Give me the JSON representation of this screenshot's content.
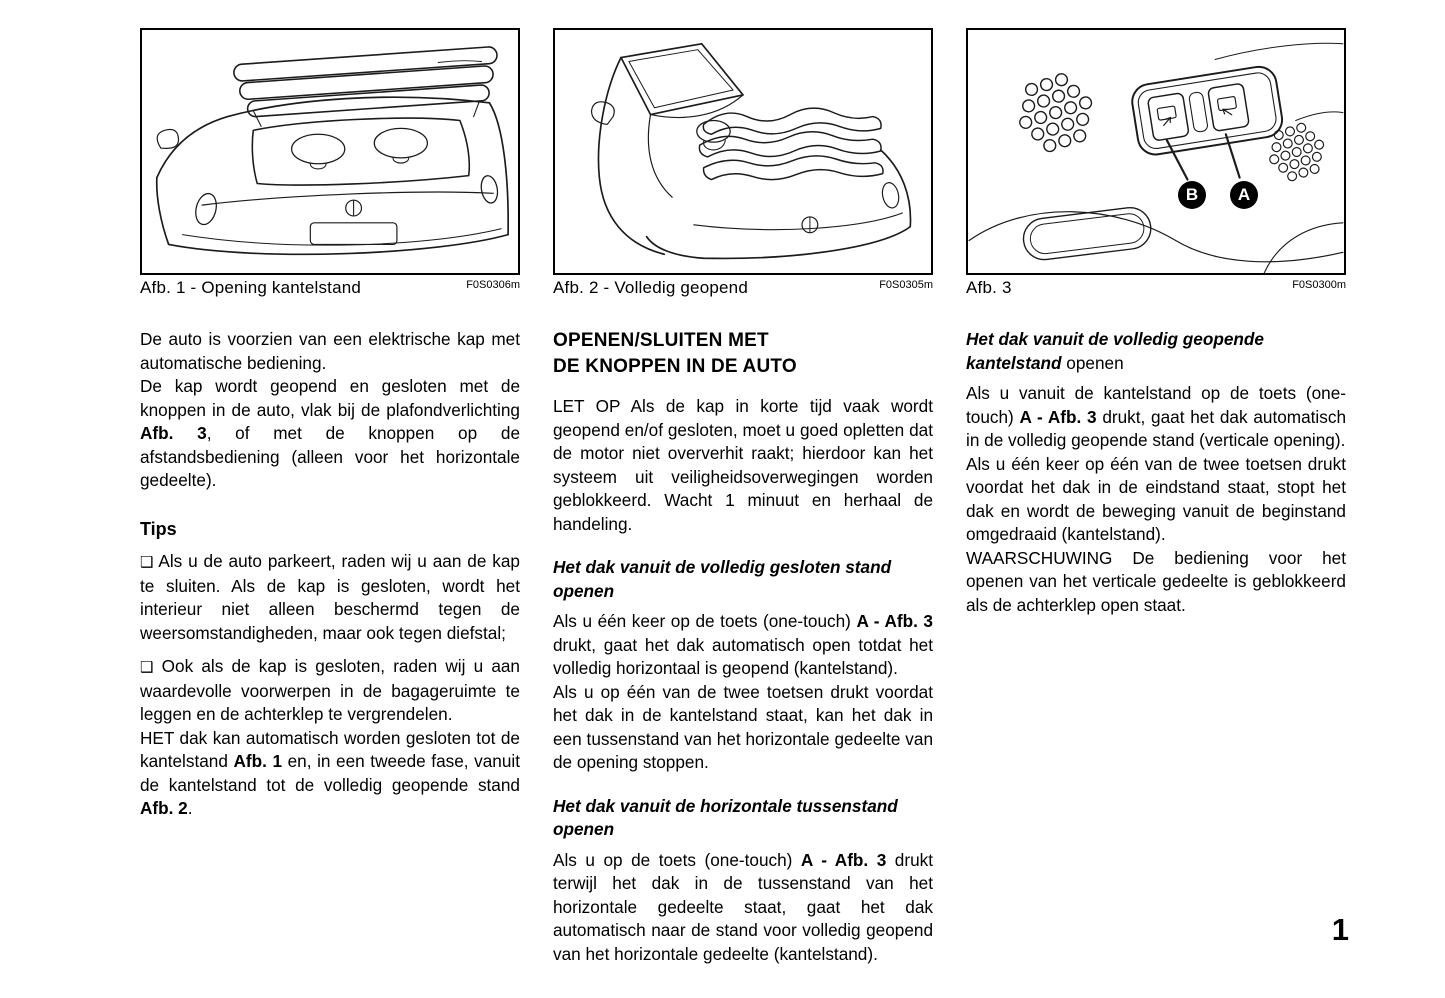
{
  "page": {
    "number": "1"
  },
  "figures": [
    {
      "caption": "Afb. 1 - Opening kantelstand",
      "code": "F0S0306m"
    },
    {
      "caption": "Afb. 2 - Volledig geopend",
      "code": "F0S0305m"
    },
    {
      "caption": "Afb. 3",
      "code": "F0S0300m",
      "label_a": "A",
      "label_b": "B"
    }
  ],
  "col1": {
    "intro1": "De auto is voorzien van een elektrische kap met automatische bediening.",
    "intro2": [
      "De kap wordt geopend en gesloten met de knoppen in de auto, vlak bij de plafondverlichting ",
      "Afb. 3",
      ", of met de knoppen op de afstandsbediening (alleen voor het horizontale gedeelte)."
    ],
    "tips_title": "Tips",
    "bullets": [
      {
        "marker": "❑",
        "text": "Als u de auto parkeert, raden wij u aan de kap te sluiten. Als de kap is gesloten, wordt het interieur niet alleen beschermd tegen de weersomstandigheden, maar ook tegen diefstal;"
      },
      {
        "marker": "❑",
        "text": "Ook als de kap is gesloten, raden wij u aan waardevolle voorwerpen in de bagageruimte te leggen en de achterklep te vergrendelen."
      }
    ],
    "closing": [
      "HET dak kan automatisch worden gesloten tot de kantelstand ",
      "Afb. 1",
      " en, in een tweede fase, vanuit de kantelstand tot de volledig geopende stand ",
      "Afb. 2",
      "."
    ]
  },
  "col2": {
    "heading": "OPENEN/SLUITEN MET\nDE KNOPPEN IN DE AUTO",
    "letop": "LET OP Als de kap in korte tijd vaak wordt geopend en/of gesloten, moet u goed opletten dat de motor niet oververhit raakt; hierdoor kan het systeem uit veiligheidsoverwegingen worden geblokkeerd. Wacht 1 minuut en herhaal de handeling.",
    "sub1": "Het dak vanuit de volledig gesloten stand openen",
    "p1": [
      "Als u één keer op de toets (one-touch) ",
      "A - Afb. 3",
      " drukt, gaat het dak automatisch open totdat het volledig horizontaal is geopend (kantelstand)."
    ],
    "p2": "Als u op één van de twee toetsen drukt voordat het dak in de kantelstand staat, kan het dak in een tussenstand van het horizontale gedeelte van de opening stoppen.",
    "sub2": "Het dak vanuit de horizontale tussenstand openen",
    "p3": [
      "Als u op de toets (one-touch) ",
      "A - Afb. 3",
      " drukt terwijl het dak in de tussenstand van het horizontale gedeelte staat, gaat het dak automatisch naar de stand voor volledig geopend van het horizontale gedeelte (kantelstand)."
    ]
  },
  "col3": {
    "sub1": [
      "Het dak vanuit de volledig geopende kantelstand",
      " openen"
    ],
    "p1": [
      "Als u vanuit de kantelstand op de toets (one-touch) ",
      "A - Afb. 3",
      " drukt, gaat het dak automatisch in de volledig geopende stand (verticale opening)."
    ],
    "p2": "Als u één keer op één van de twee toetsen drukt voordat het dak in de eindstand staat, stopt het dak en wordt de beweging vanuit de beginstand omgedraaid (kantelstand).",
    "warning": "WAARSCHUWING De bediening voor het openen van het verticale gedeelte is geblokkeerd als de achterklep open staat."
  }
}
